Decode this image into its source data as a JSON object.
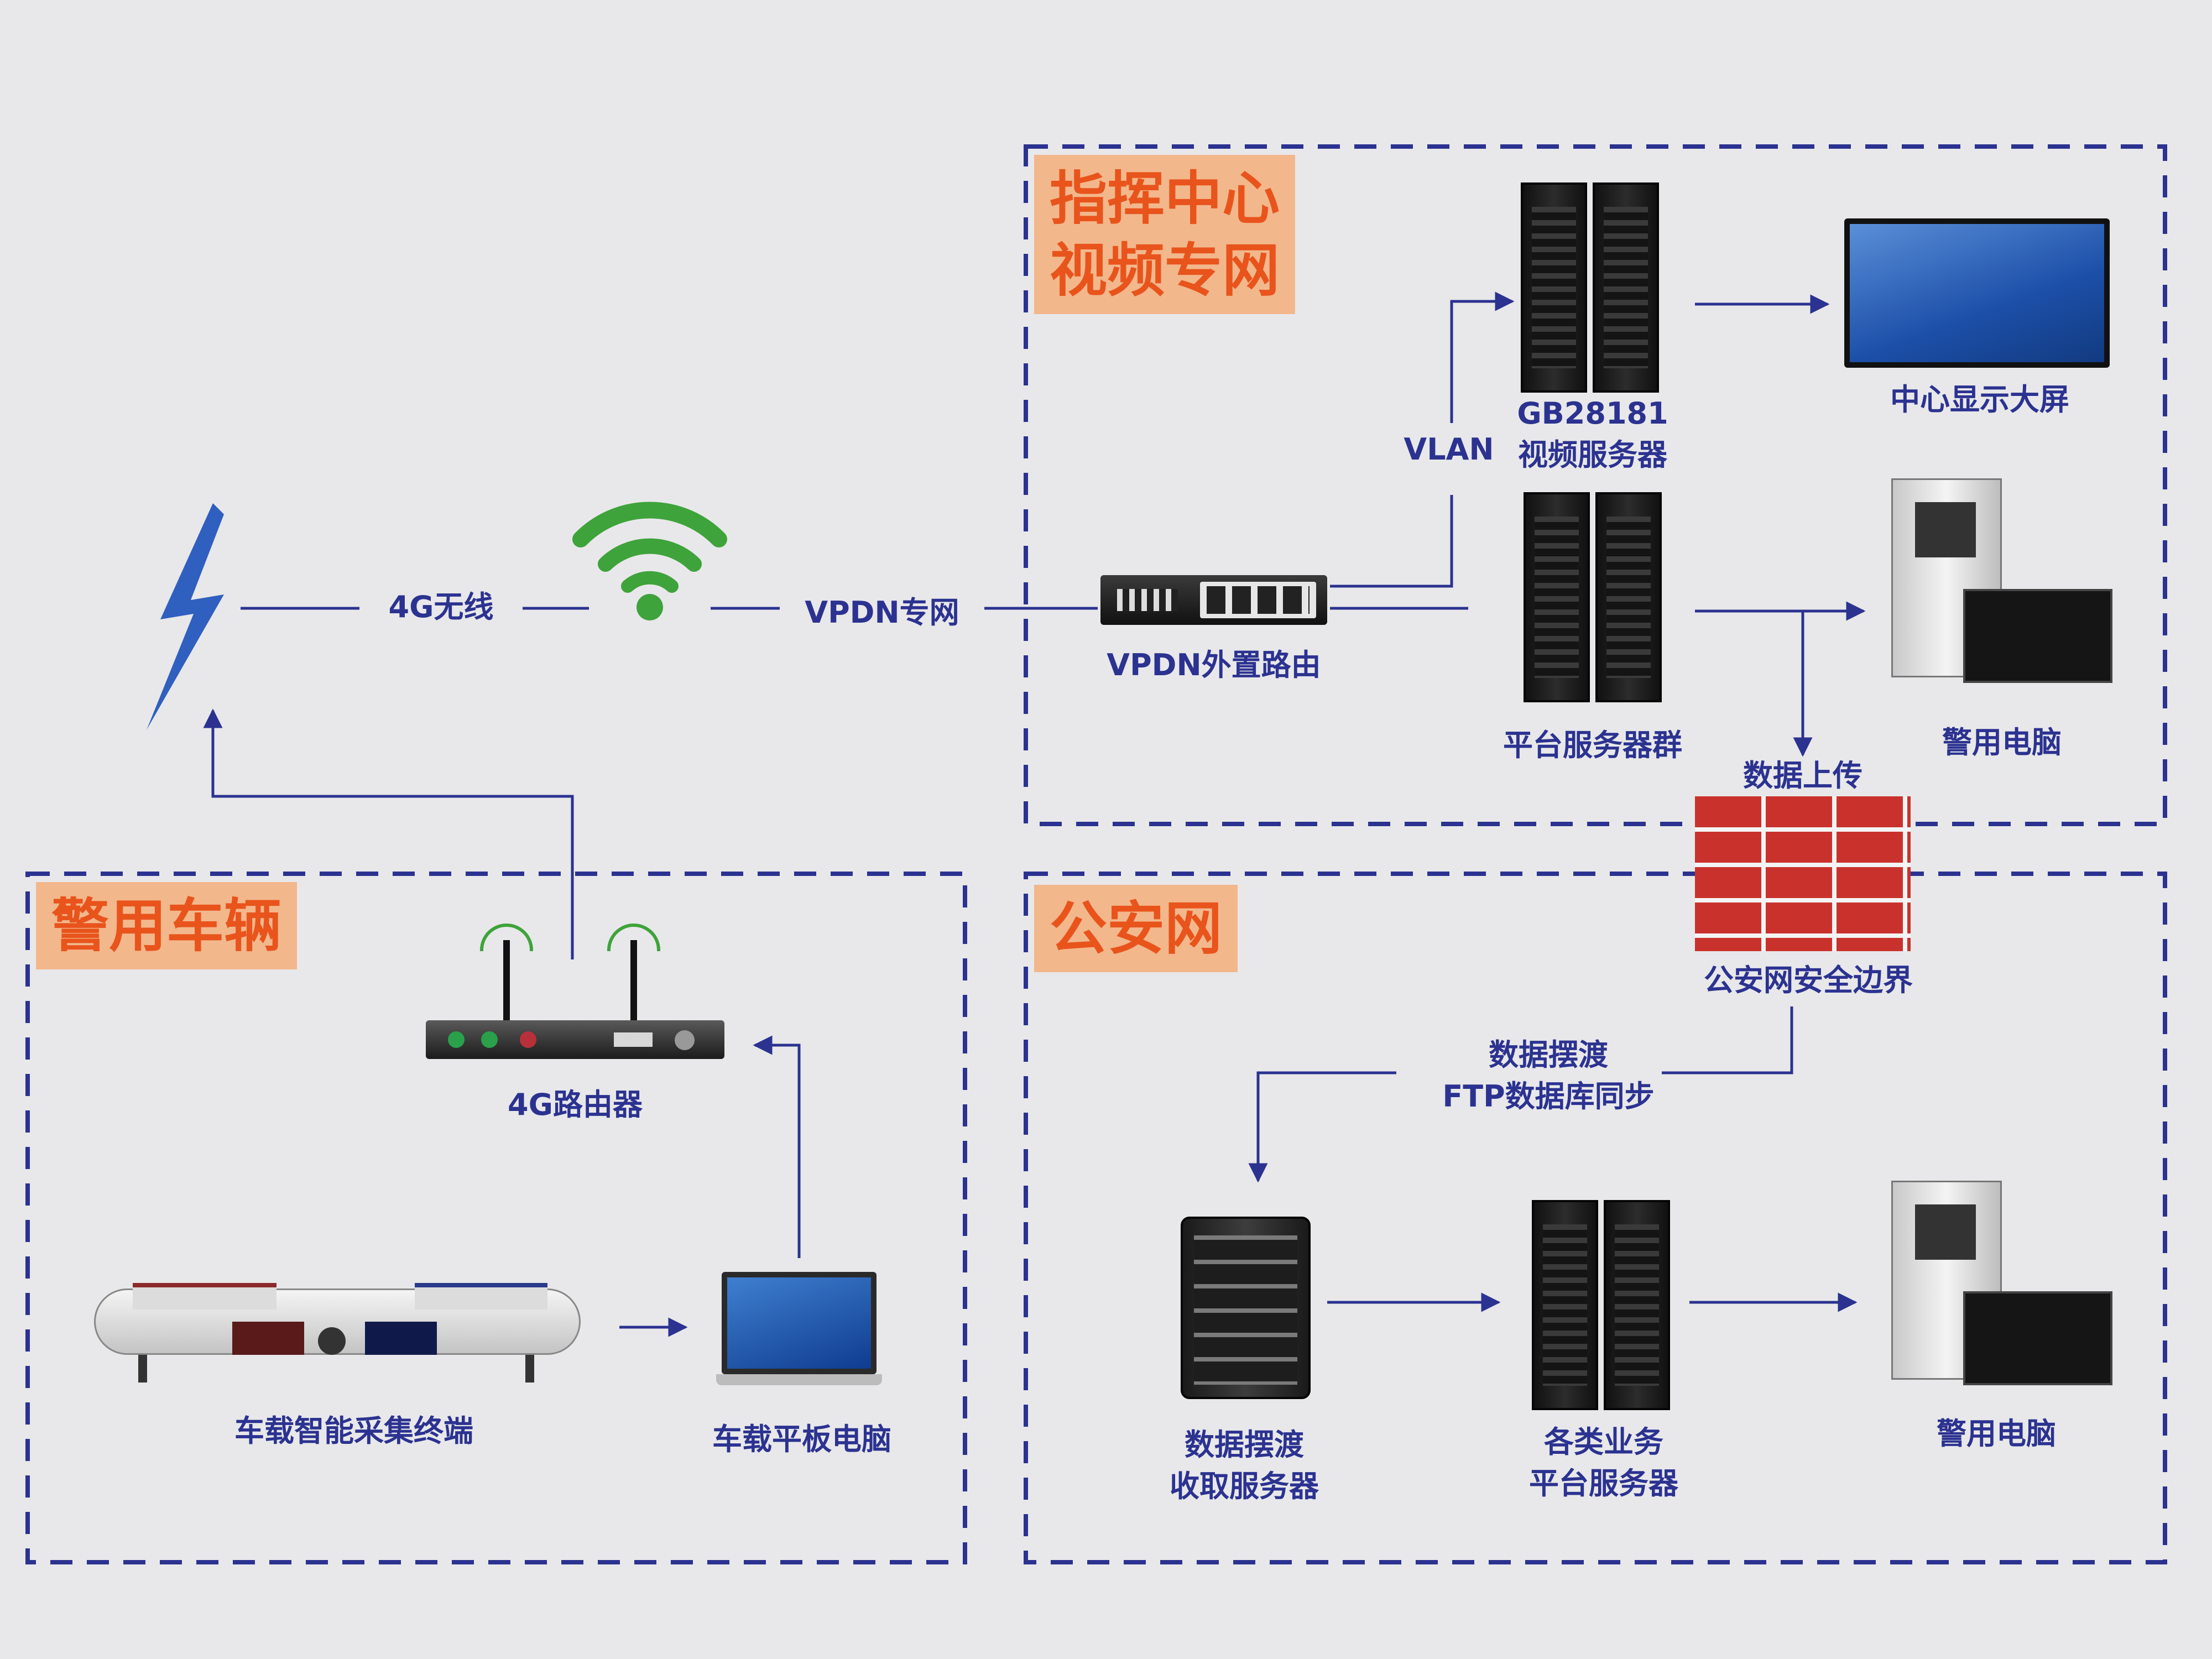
{
  "regions": {
    "command_center": {
      "title_line1": "指挥中心",
      "title_line2": "视频专网"
    },
    "police_vehicle": {
      "title": "警用车辆"
    },
    "public_security_net": {
      "title": "公安网"
    }
  },
  "edge_labels": {
    "wireless_4g": "4G无线",
    "vpdn_net": "VPDN专网",
    "vlan": "VLAN",
    "data_upload": "数据上传",
    "ferry_line1": "数据摆渡",
    "ferry_line2": "FTP数据库同步"
  },
  "nodes": {
    "vpdn_router": "VPDN外置路由",
    "gb28181_line1": "GB28181",
    "gb28181_line2": "视频服务器",
    "center_screen": "中心显示大屏",
    "platform_servers": "平台服务器群",
    "police_pc_top": "警用电脑",
    "firewall": "公安网安全边界",
    "router_4g": "4G路由器",
    "onboard_terminal": "车载智能采集终端",
    "onboard_tablet": "车载平板电脑",
    "ferry_server_line1": "数据摆渡",
    "ferry_server_line2": "收取服务器",
    "biz_servers_line1": "各类业务",
    "biz_servers_line2": "平台服务器",
    "police_pc_bottom": "警用电脑"
  },
  "colors": {
    "line": "#2b3290",
    "dash": "#2b3290",
    "title_bg": "#f3b78c",
    "title_text": "#e8541c",
    "wifi": "#3ea33a",
    "lightning": "#2f5fbf",
    "brick": "#c9322c"
  }
}
